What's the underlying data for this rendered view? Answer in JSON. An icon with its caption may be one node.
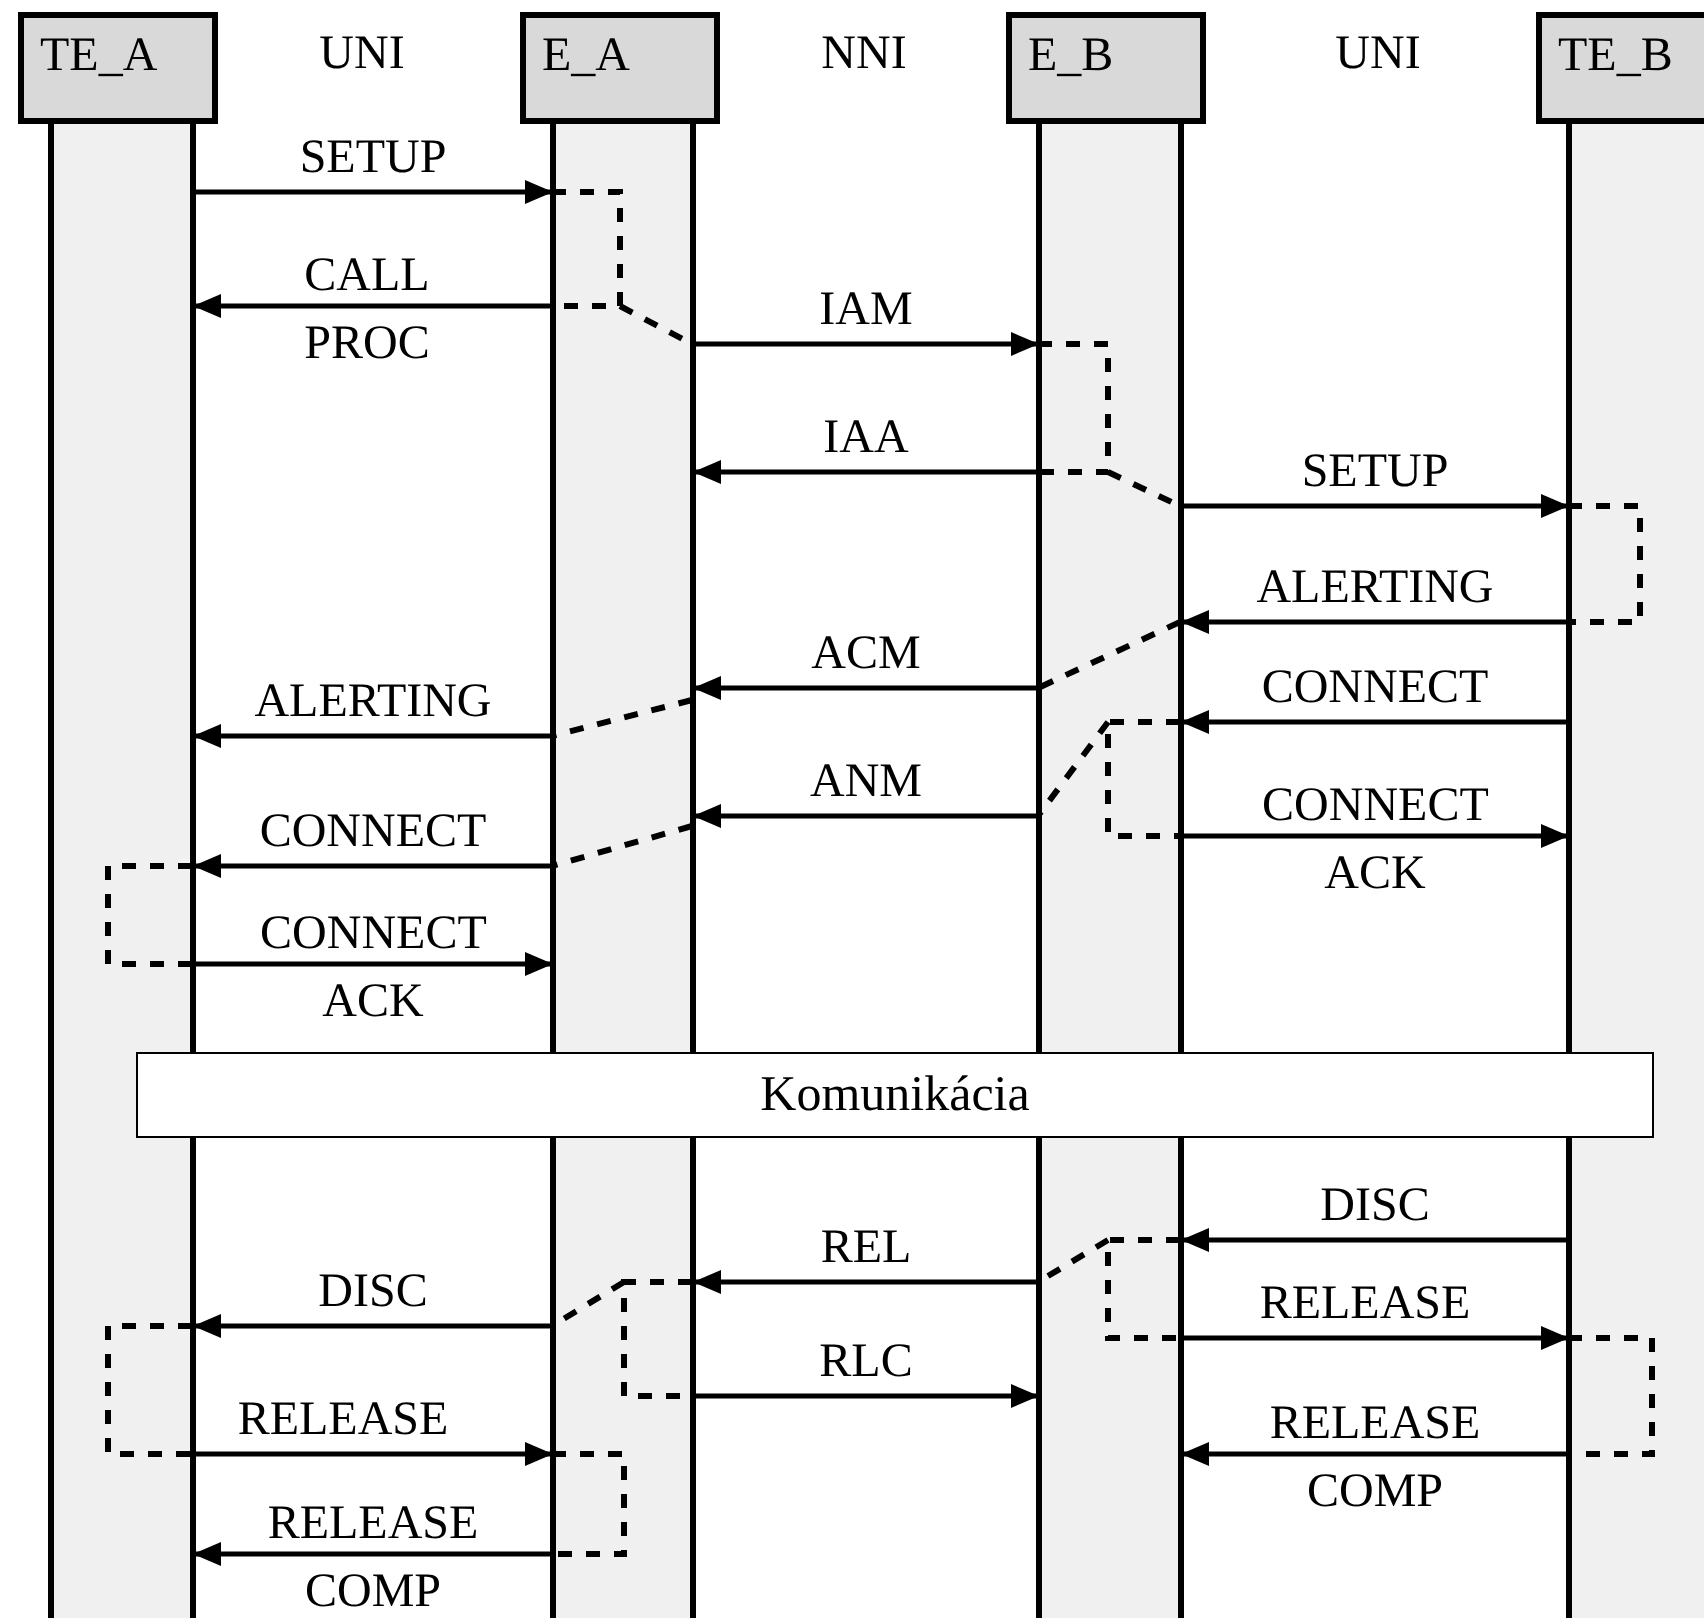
{
  "diagram": {
    "nodes": [
      {
        "text": [
          "TE_A"
        ]
      },
      {
        "text": [
          "E_A"
        ]
      },
      {
        "text": [
          "E_B"
        ]
      },
      {
        "text": [
          "TE_B"
        ]
      },
      {
        "text": [],
        "shape": "bar"
      },
      {
        "text": [],
        "shape": "bar"
      },
      {
        "text": [],
        "shape": "bar"
      },
      {
        "text": [],
        "shape": "bar"
      },
      {
        "text": [
          "Komunikácia"
        ]
      }
    ],
    "edges": [
      {
        "from": 4,
        "to": 5,
        "arrow": "to",
        "label": "SETUP"
      },
      {
        "from": 5,
        "to": 4,
        "arrow": "to",
        "label": "CALL PROC"
      },
      {
        "from": 5,
        "to": 6,
        "arrow": "to",
        "label": "IAM"
      },
      {
        "from": 6,
        "to": 5,
        "arrow": "to",
        "label": "IAA"
      },
      {
        "from": 6,
        "to": 7,
        "arrow": "to",
        "label": "SETUP"
      },
      {
        "from": 7,
        "to": 6,
        "arrow": "to",
        "label": "ALERTING"
      },
      {
        "from": 6,
        "to": 5,
        "arrow": "to",
        "label": "ACM"
      },
      {
        "from": 7,
        "to": 6,
        "arrow": "to",
        "label": "CONNECT"
      },
      {
        "from": 5,
        "to": 4,
        "arrow": "to",
        "label": "ALERTING"
      },
      {
        "from": 6,
        "to": 5,
        "arrow": "to",
        "label": "ANM"
      },
      {
        "from": 6,
        "to": 7,
        "arrow": "to",
        "label": "CONNECT ACK"
      },
      {
        "from": 5,
        "to": 4,
        "arrow": "to",
        "label": "CONNECT"
      },
      {
        "from": 4,
        "to": 5,
        "arrow": "to",
        "label": "CONNECT ACK"
      },
      {
        "from": 7,
        "to": 6,
        "arrow": "to",
        "label": "DISC"
      },
      {
        "from": 6,
        "to": 5,
        "arrow": "to",
        "label": "REL"
      },
      {
        "from": 5,
        "to": 4,
        "arrow": "to",
        "label": "DISC"
      },
      {
        "from": 6,
        "to": 7,
        "arrow": "to",
        "label": "RELEASE"
      },
      {
        "from": 5,
        "to": 6,
        "arrow": "to",
        "label": "RLC"
      },
      {
        "from": 4,
        "to": 5,
        "arrow": "to",
        "label": "RELEASE"
      },
      {
        "from": 7,
        "to": 6,
        "arrow": "to",
        "label": "RELEASE COMP"
      },
      {
        "from": 5,
        "to": 4,
        "arrow": "to",
        "label": "RELEASE COMP"
      }
    ],
    "labels": [
      "UNI",
      "NNI",
      "UNI"
    ]
  }
}
